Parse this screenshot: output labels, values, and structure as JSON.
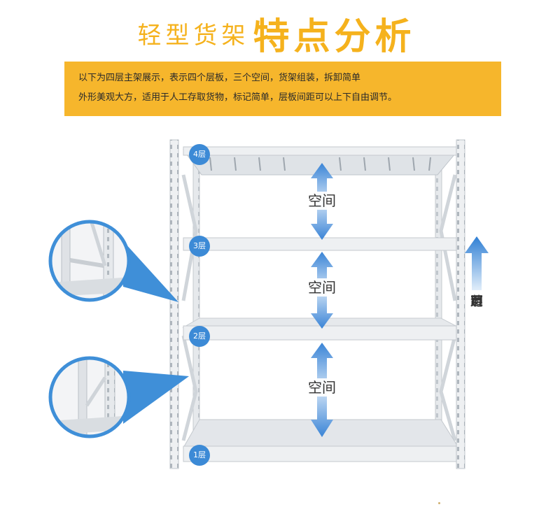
{
  "title": {
    "light": "轻型货架",
    "bold": "特点分析"
  },
  "description": {
    "line1": "以下为四层主架展示，表示四个层板，三个空间，货架组装，拆卸简单",
    "line2": "外形美观大方，适用于人工存取货物，标记简单，层板间距可以上下自由调节。"
  },
  "shelf": {
    "levels": [
      "4层",
      "3层",
      "2层",
      "1层"
    ],
    "spaces": [
      "空间",
      "空间",
      "空间"
    ],
    "adjust_label": [
      "层",
      "距",
      "可",
      "调",
      "节"
    ]
  },
  "colors": {
    "accent": "#f5b21d",
    "banner": "#f6b62c",
    "badge": "#3c8ad6",
    "arrow": "#4a90d9",
    "shelf_white": "#eef0f2"
  }
}
